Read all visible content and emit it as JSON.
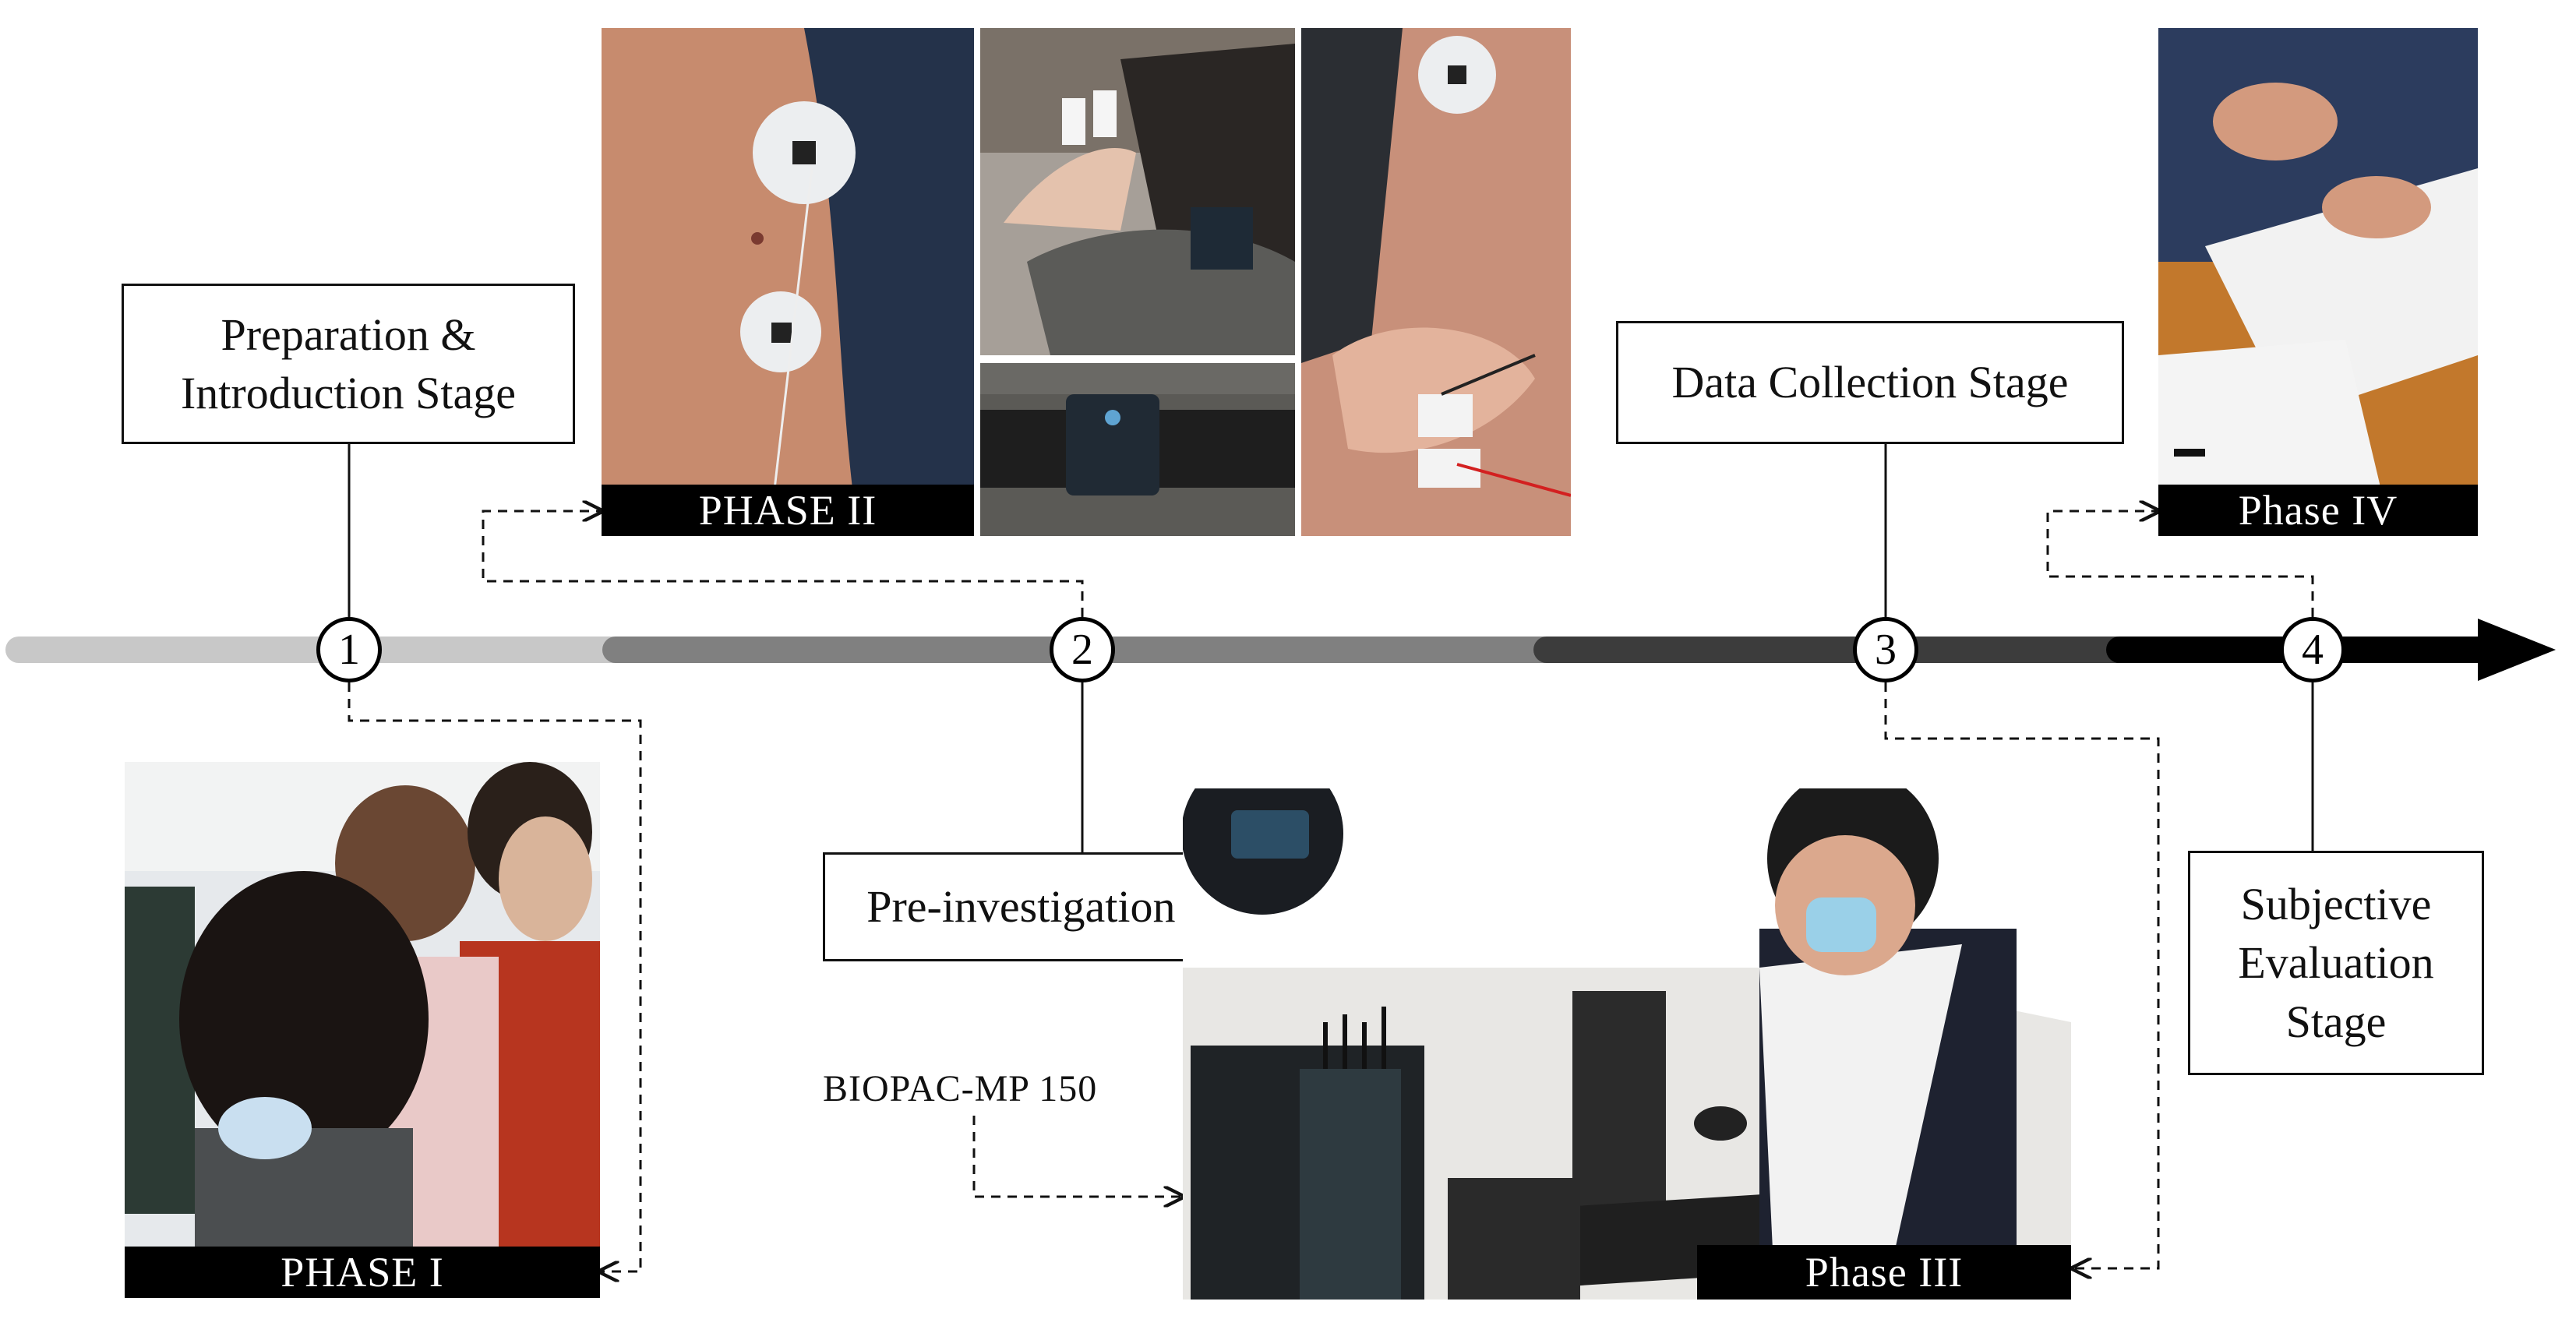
{
  "stages": {
    "preparation": "Preparation &\nIntroduction Stage",
    "pre_investigation": "Pre-investigation Stage",
    "data_collection": "Data Collection Stage",
    "subjective_evaluation": "Subjective\nEvaluation\nStage"
  },
  "timeline": {
    "nodes": [
      "1",
      "2",
      "3",
      "4"
    ],
    "segment_colors": [
      "#c8c8c8",
      "#808080",
      "#3c3c3c",
      "#000000"
    ]
  },
  "photos": {
    "phase_1_caption": "PHASE I",
    "phase_2_caption": "PHASE II",
    "phase_3_caption": "Phase III",
    "phase_4_caption": "Phase IV"
  },
  "equipment_label": "BIOPAC-MP 150"
}
